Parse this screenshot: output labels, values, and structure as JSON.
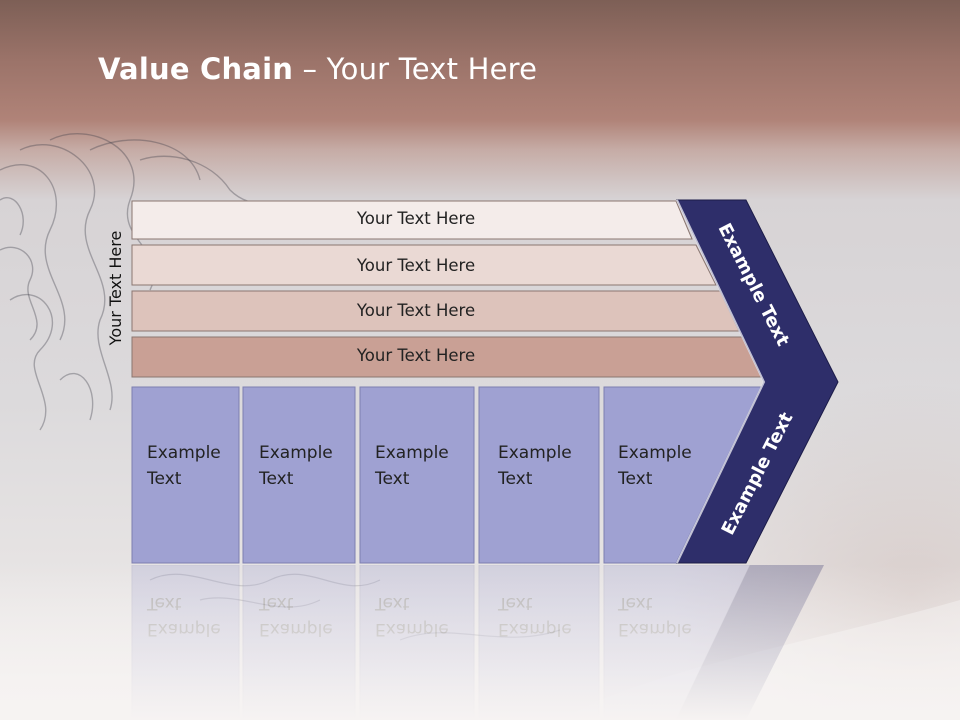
{
  "title": {
    "bold": "Value Chain",
    "rest": " – Your Text Here"
  },
  "side_label": "Your Text Here",
  "rows": [
    {
      "label": "Your Text Here"
    },
    {
      "label": "Your Text Here"
    },
    {
      "label": "Your Text Here"
    },
    {
      "label": "Your Text Here"
    }
  ],
  "columns": [
    {
      "line1": "Example",
      "line2": "Text"
    },
    {
      "line1": "Example",
      "line2": "Text"
    },
    {
      "line1": "Example",
      "line2": "Text"
    },
    {
      "line1": "Example",
      "line2": "Text"
    },
    {
      "line1": "Example",
      "line2": "Text"
    }
  ],
  "arrow": {
    "upper_label": "Example Text",
    "lower_label": "Example Text"
  },
  "colors": {
    "row_fills": [
      "#f4ecea",
      "#ead9d4",
      "#ddc3bb",
      "#c9a095"
    ],
    "column_fill": "#9fa1d2",
    "arrow_fill": "#2e2e6a",
    "header_band": "#9b7369"
  }
}
